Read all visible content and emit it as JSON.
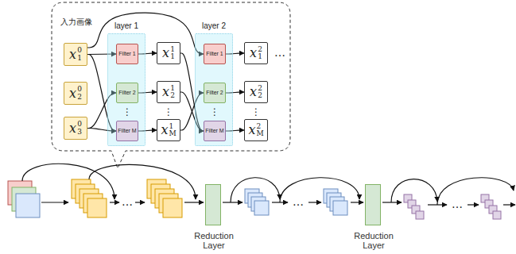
{
  "diagram": {
    "nodes": [
      {
        "text": [
          "x",
          "0",
          "1"
        ]
      },
      {
        "text": [
          "x",
          "0",
          "2"
        ]
      },
      {
        "text": [
          "x",
          "0",
          "3"
        ]
      },
      {
        "text": [
          "layer 1"
        ]
      },
      {
        "text": [
          "Filter 1"
        ],
        "in": 3
      },
      {
        "text": [
          "Filter 2"
        ],
        "in": 3
      },
      {
        "text": [
          "Filter M"
        ],
        "in": 3
      },
      {
        "text": [
          "x",
          "1",
          "1"
        ]
      },
      {
        "text": [
          "x",
          "1",
          "2"
        ]
      },
      {
        "text": [
          "x",
          "1",
          "M"
        ]
      },
      {
        "text": [
          "layer 2"
        ]
      },
      {
        "text": [
          "Filter 1"
        ],
        "in": 10
      },
      {
        "text": [
          "Filter 2"
        ],
        "in": 10
      },
      {
        "text": [
          "Filter M"
        ],
        "in": 10
      },
      {
        "text": [
          "x",
          "2",
          "1"
        ]
      },
      {
        "text": [
          "x",
          "2",
          "2"
        ]
      },
      {
        "text": [
          "x",
          "2",
          "M"
        ]
      },
      {
        "text": [
          "Reduction Layer"
        ]
      },
      {
        "text": [
          "Reduction Layer"
        ]
      }
    ],
    "edges": [
      {
        "from": 0,
        "to": 4,
        "arrow": "to"
      },
      {
        "from": 0,
        "to": 6,
        "arrow": "to"
      },
      {
        "from": 2,
        "to": 5,
        "arrow": "to"
      },
      {
        "from": 2,
        "to": 6,
        "arrow": "to"
      },
      {
        "from": 4,
        "to": 7,
        "arrow": "to"
      },
      {
        "from": 5,
        "to": 8,
        "arrow": "to"
      },
      {
        "from": 6,
        "to": 9,
        "arrow": "to"
      },
      {
        "from": 0,
        "to": 11,
        "arrow": "to"
      },
      {
        "from": 7,
        "to": 13,
        "arrow": "to"
      },
      {
        "from": 8,
        "to": 13,
        "arrow": "to"
      },
      {
        "from": 9,
        "to": 12,
        "arrow": "to"
      },
      {
        "from": 11,
        "to": 14,
        "arrow": "to"
      },
      {
        "from": 12,
        "to": 15,
        "arrow": "to"
      },
      {
        "from": 13,
        "to": 16,
        "arrow": "to"
      }
    ],
    "labels": [
      "入力画像",
      "⋮",
      "⋮",
      "⋮",
      "⋮",
      "…",
      "…",
      "…",
      "…"
    ]
  }
}
